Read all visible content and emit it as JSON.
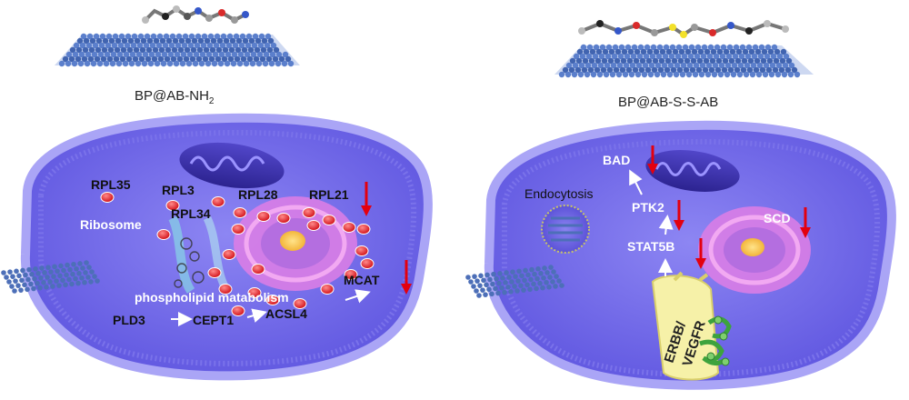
{
  "colors": {
    "membrane": "#8c86f0",
    "membrane_dark": "#5d55d8",
    "cytoplasm": "#6d63e6",
    "nanosheet": "#4d6fb8",
    "ribosome": "#e8222a",
    "golgi": "#e47ee8",
    "nucleus": "#ffd86a",
    "mitochondria": "#3a2ea8",
    "down_arrow": "#e3000f",
    "label_dark": "#111111",
    "label_light": "#ffffff"
  },
  "left_panel": {
    "title": "BP@AB-NH",
    "title_sub": "2",
    "labels": {
      "rpl35": "RPL35",
      "rpl3": "RPL3",
      "rpl28": "RPL28",
      "rpl21": "RPL21",
      "rpl34": "RPL34",
      "ribosome": "Ribosome",
      "phospholipid": "phospholipid matabolism",
      "mcat": "MCAT",
      "pld3": "PLD3",
      "cept1": "CEPT1",
      "acsl4": "ACSL4"
    }
  },
  "right_panel": {
    "title": "BP@AB-S-S-AB",
    "labels": {
      "bad": "BAD",
      "endocytosis": "Endocytosis",
      "ptk2": "PTK2",
      "scd": "SCD",
      "stat5b": "STAT5B",
      "receptor_line1": "ERBB/",
      "receptor_line2": "VEGFR"
    }
  }
}
